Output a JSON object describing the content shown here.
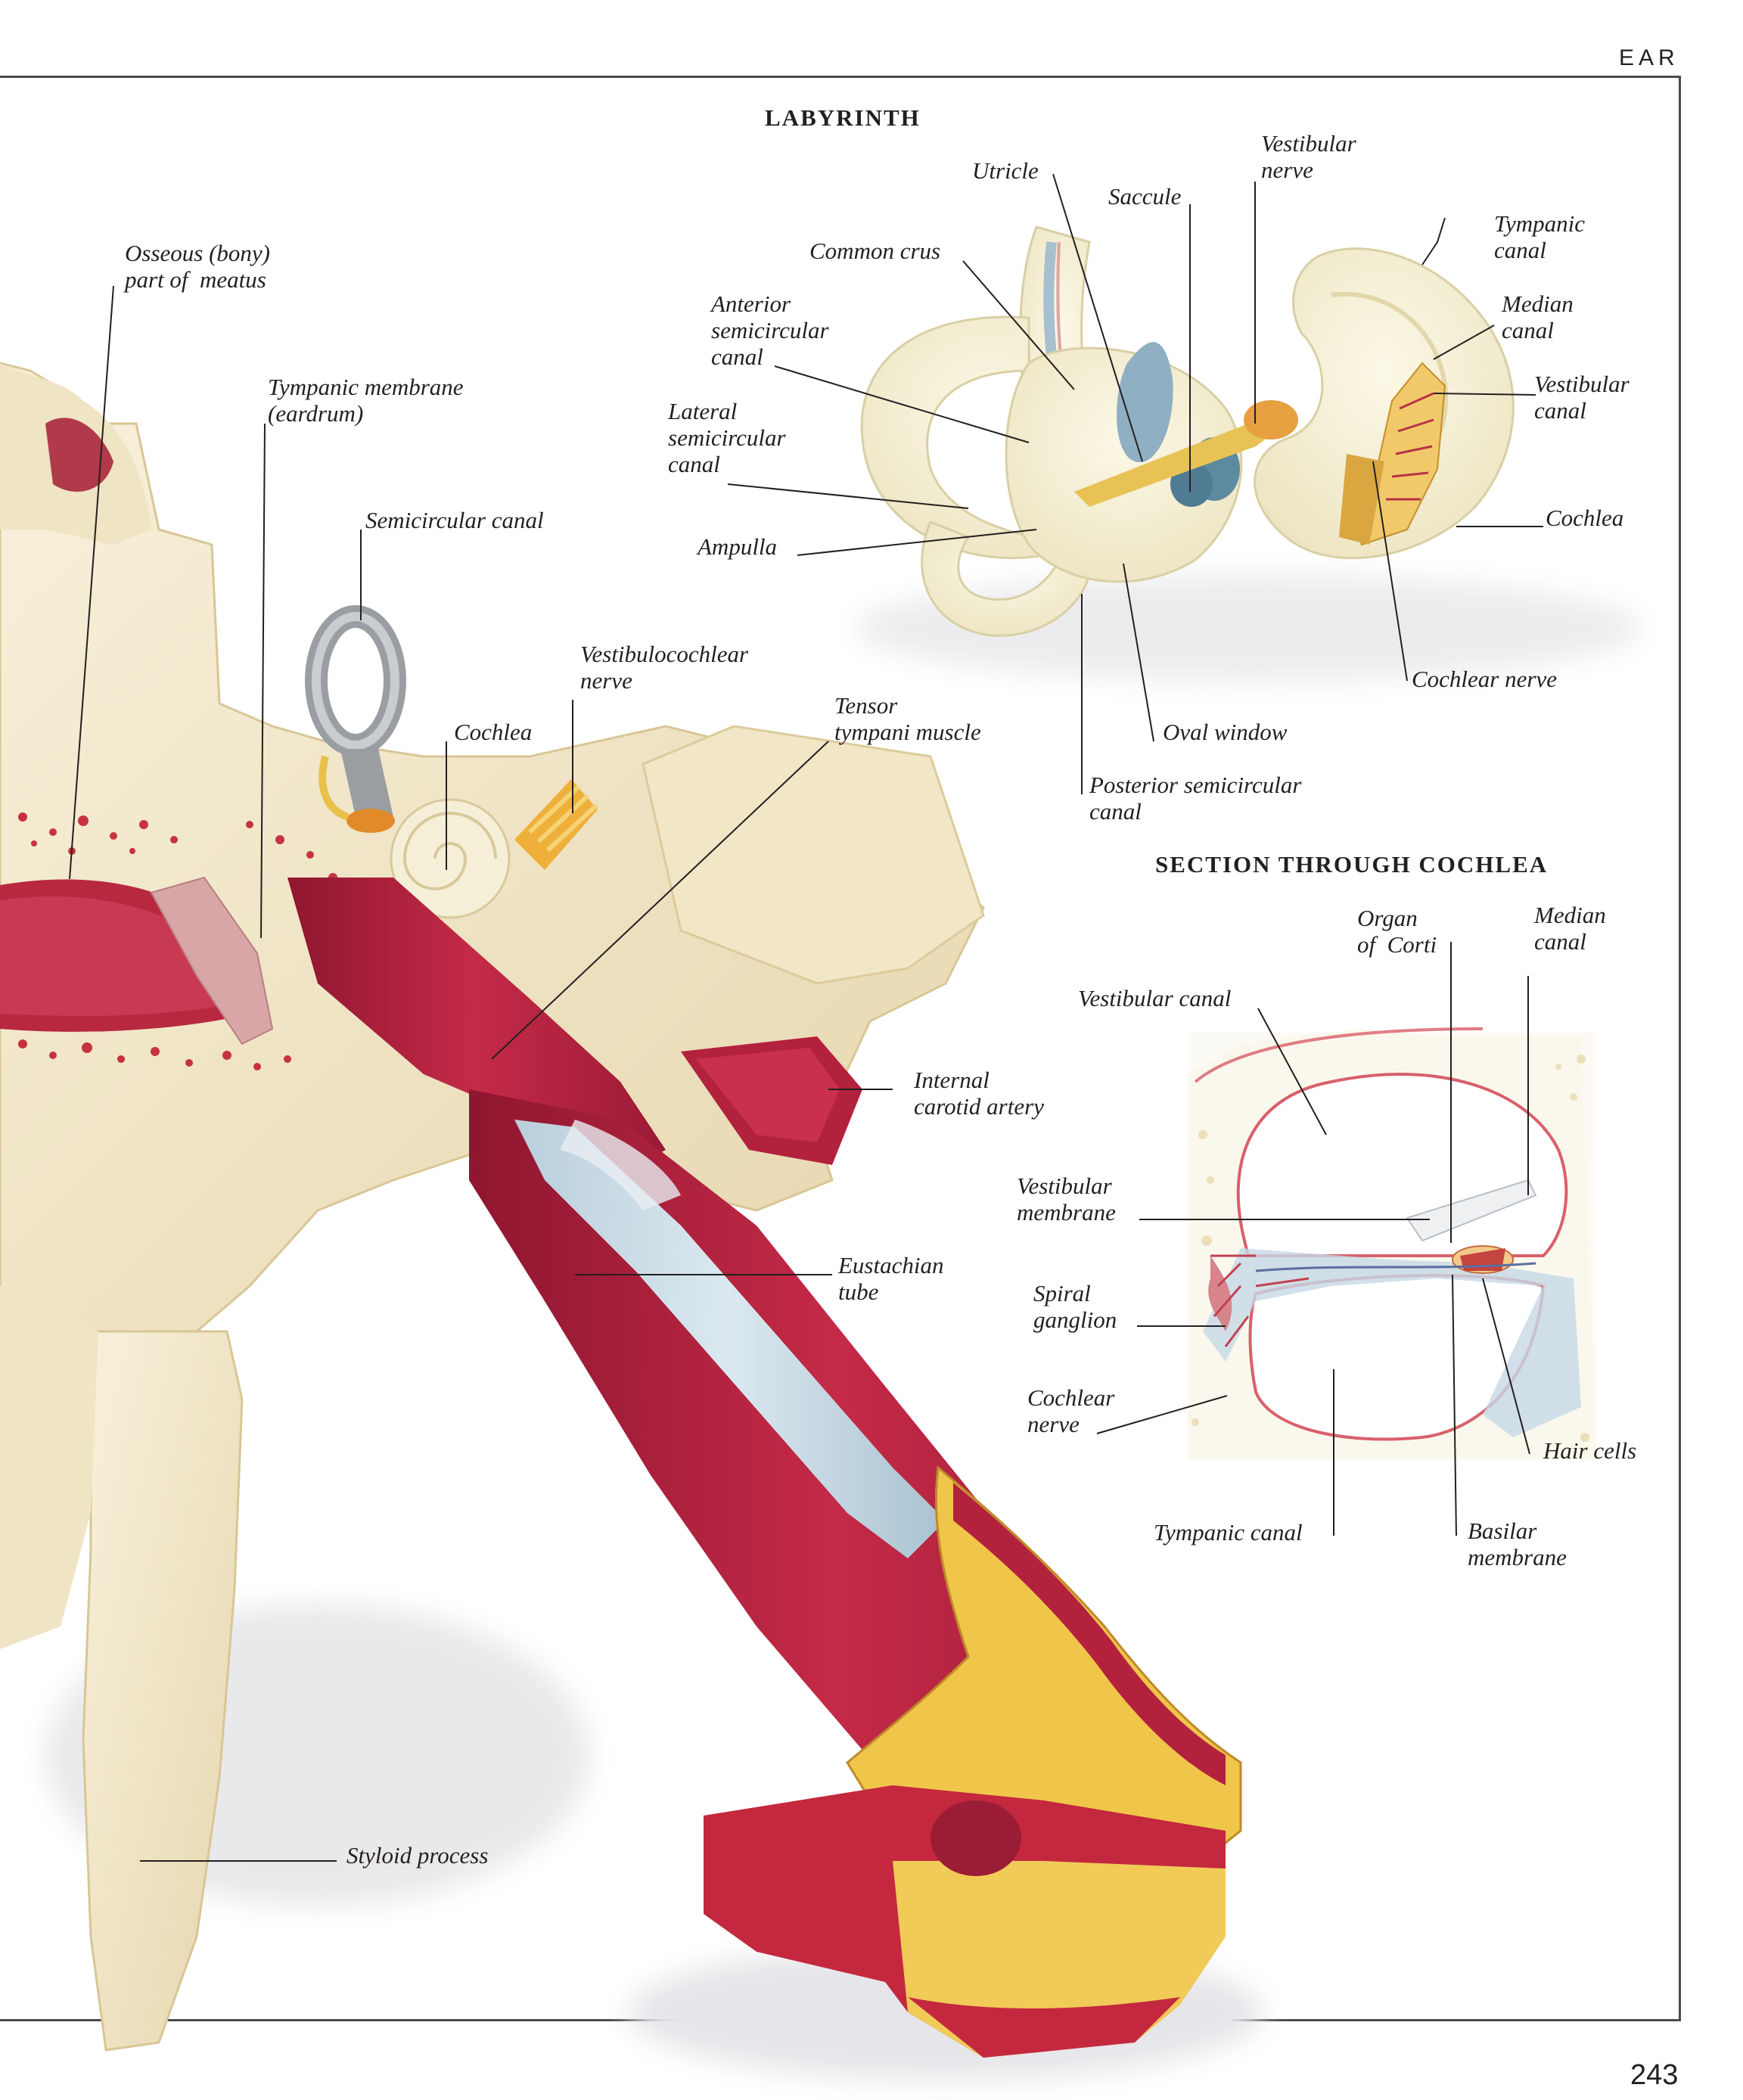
{
  "header": {
    "section": "EAR",
    "page_number": "243"
  },
  "headings": {
    "labyrinth": "LABYRINTH",
    "cochlea_section": "SECTION THROUGH COCHLEA"
  },
  "main_labels": {
    "osseous_meatus": "Osseous (bony)\npart of  meatus",
    "tympanic_membrane": "Tympanic membrane\n(eardrum)",
    "semicircular_canal": "Semicircular canal",
    "vestibulocochlear_nerve": "Vestibulocochlear\nnerve",
    "cochlea": "Cochlea",
    "tensor_tympani": "Tensor\ntympani muscle",
    "internal_carotid": "Internal\ncarotid artery",
    "eustachian_tube": "Eustachian\ntube",
    "styloid_process": "Styloid process"
  },
  "labyrinth_labels": {
    "utricle": "Utricle",
    "vestibular_nerve": "Vestibular\nnerve",
    "saccule": "Saccule",
    "common_crus": "Common crus",
    "tympanic_canal": "Tympanic\ncanal",
    "median_canal": "Median\ncanal",
    "anterior_semicircular": "Anterior\nsemicircular\ncanal",
    "vestibular_canal": "Vestibular\ncanal",
    "lateral_semicircular": "Lateral\nsemicircular\ncanal",
    "cochlea": "Cochlea",
    "ampulla": "Ampulla",
    "cochlear_nerve": "Cochlear nerve",
    "oval_window": "Oval window",
    "posterior_semicircular": "Posterior semicircular\ncanal"
  },
  "section_labels": {
    "organ_of_corti": "Organ\nof  Corti",
    "median_canal": "Median\ncanal",
    "vestibular_canal": "Vestibular canal",
    "vestibular_membrane": "Vestibular\nmembrane",
    "spiral_ganglion": "Spiral\nganglion",
    "cochlear_nerve": "Cochlear\nnerve",
    "hair_cells": "Hair cells",
    "tympanic_canal": "Tympanic canal",
    "basilar_membrane": "Basilar\nmembrane"
  },
  "colors": {
    "bone": "#f3ead0",
    "bone_shadow": "#e2d3a8",
    "muscle": "#b0203c",
    "muscle_light": "#d9506a",
    "tube": "#c9dbe6",
    "fat": "#f0c64a",
    "leader": "#231f20",
    "frame": "#4a4a4a"
  }
}
